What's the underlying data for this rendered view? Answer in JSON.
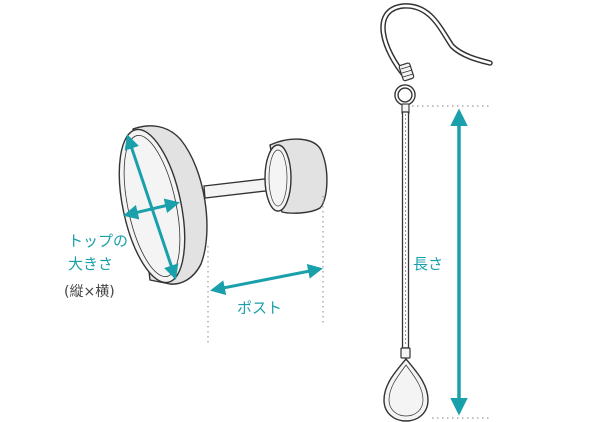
{
  "labels": {
    "top_line1": "トップの",
    "top_line2": "大きさ",
    "top_sub": "(縦×横)",
    "post": "ポスト",
    "length": "長さ"
  },
  "colors": {
    "accent": "#1aa0aa",
    "line": "#333333",
    "sub_text": "#444444",
    "guide": "#9a9a9a",
    "fill_light": "#f4f4f4",
    "fill_shade": "#e2e2e2"
  }
}
